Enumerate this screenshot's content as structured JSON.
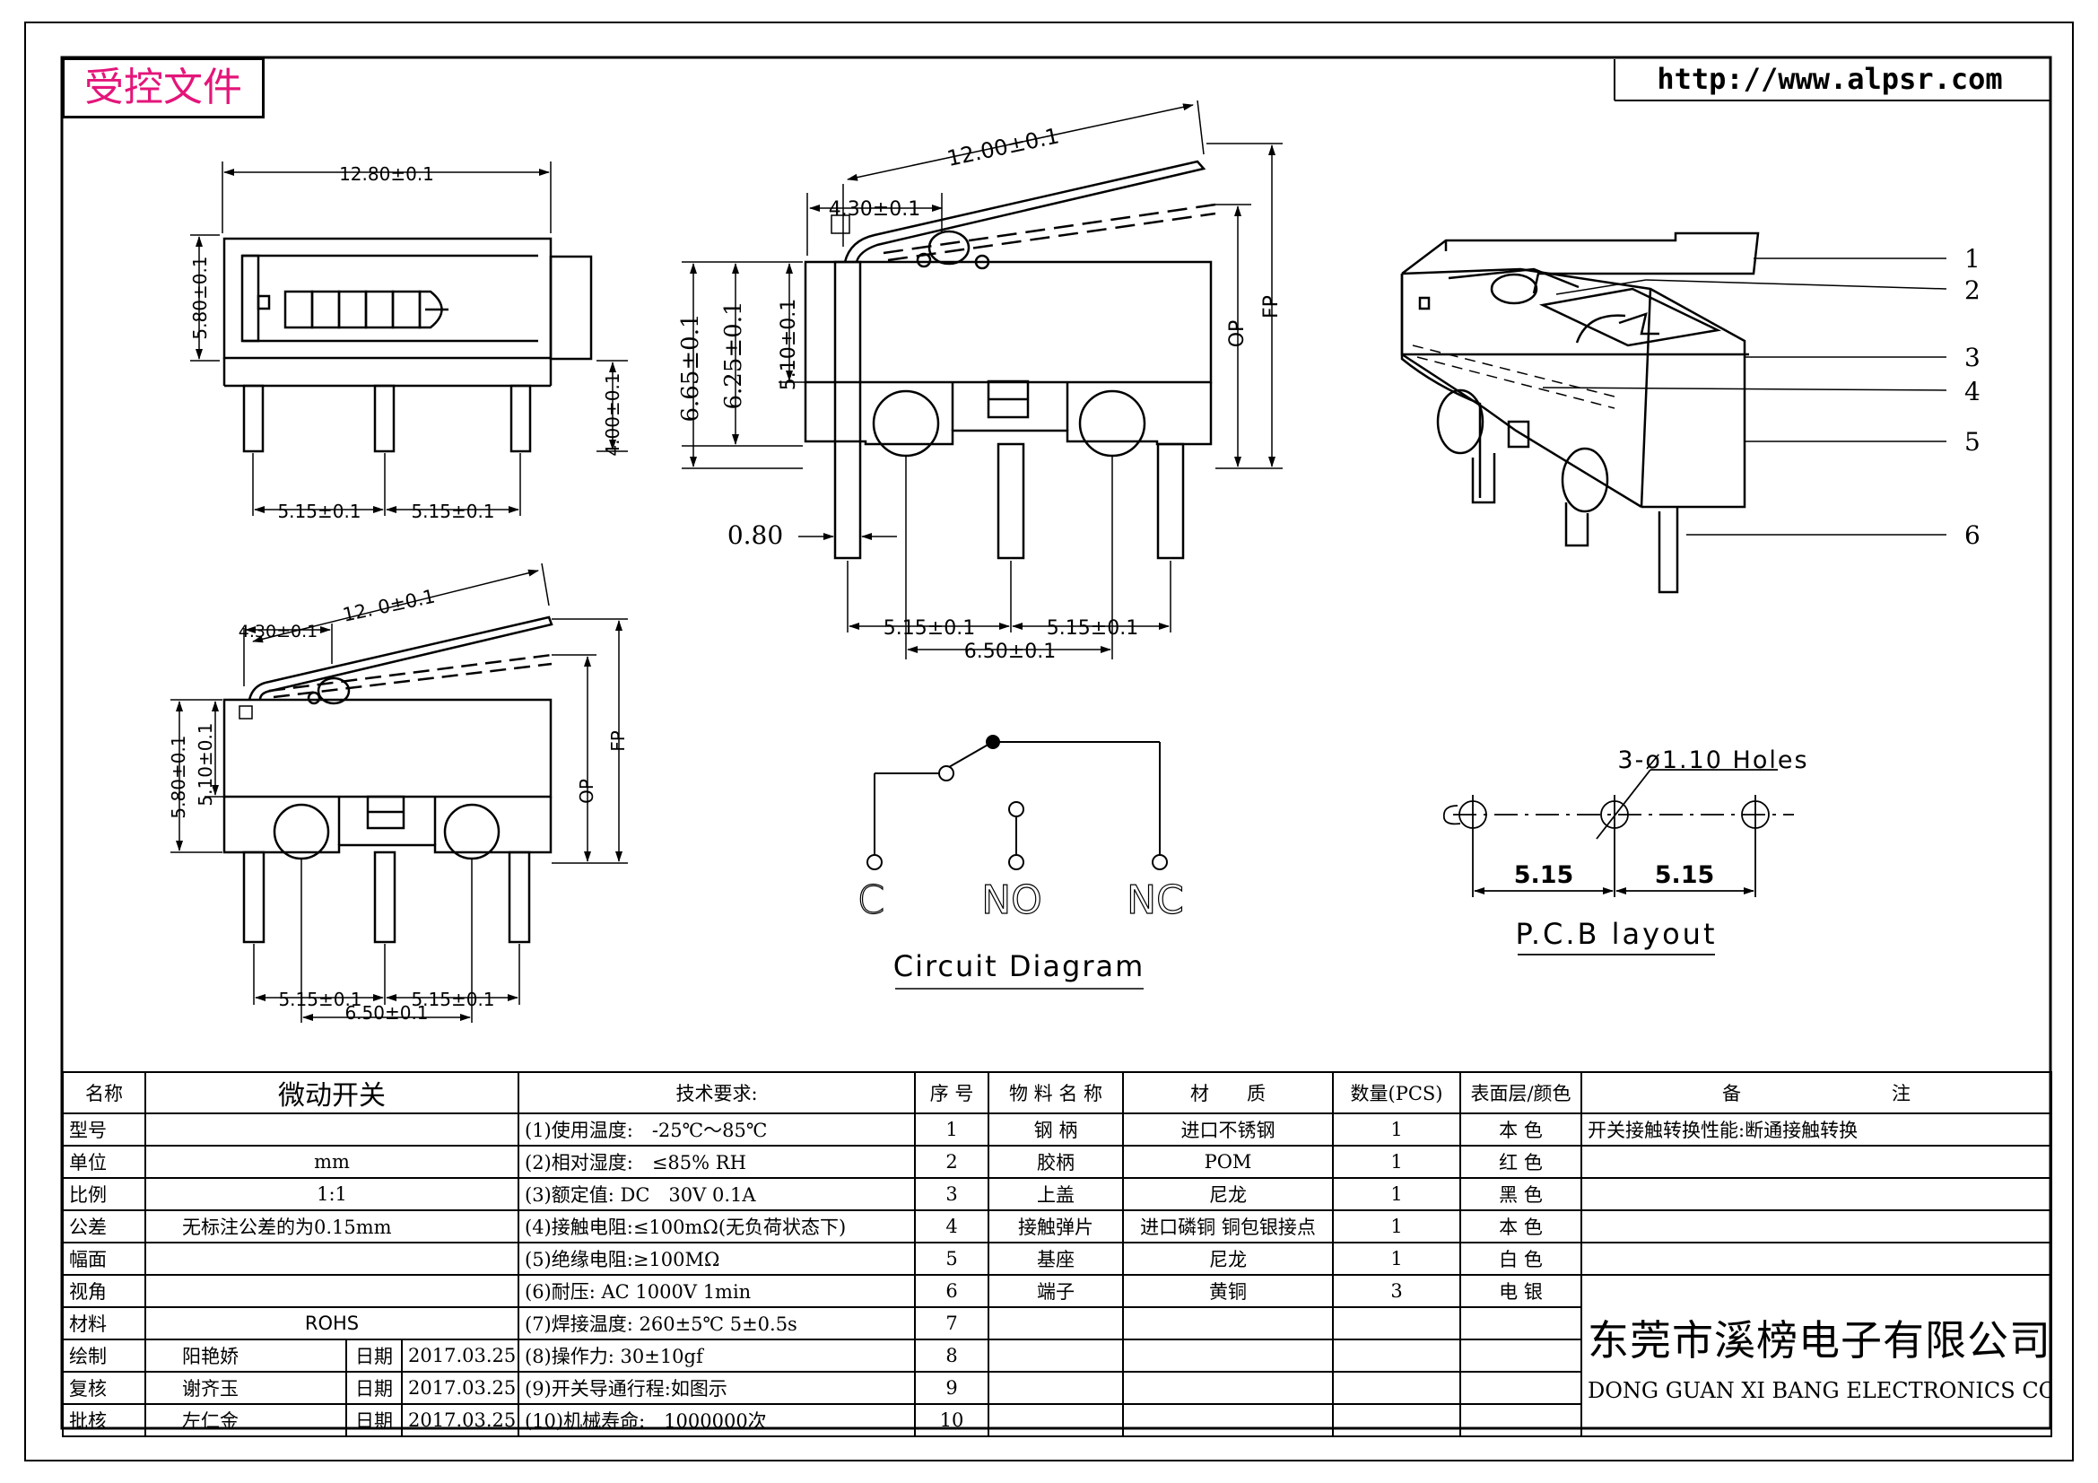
{
  "stamp": "受控文件",
  "website": "http://www.alpsr.com",
  "top_view": {
    "width_dim": "12.80±0.1",
    "height_dim": "5.80±0.1",
    "pin_dim": "4.00±0.1",
    "pitch_left": "5.15±0.1",
    "pitch_right": "5.15±0.1"
  },
  "side_view_main": {
    "lever_dim": "12.00±0.1",
    "lever_pivot": "4.30±0.1",
    "h1": "6.65±0.1",
    "h2": "6.25±0.1",
    "h3": "5.10±0.1",
    "op": "OP",
    "fp": "FP",
    "pin_width": "0.80",
    "pitch_left": "5.15±0.1",
    "pitch_right": "5.15±0.1",
    "span": "6.50±0.1"
  },
  "side_view_lower": {
    "lever_pivot": "4.30±0.1",
    "lever_dim": "12. 0±0.1",
    "h1": "5.80±0.1",
    "h2": "5.10±0.1",
    "op": "OP",
    "fp": "FP",
    "pitch_left": "5.15±0.1",
    "pitch_right": "5.15±0.1",
    "span": "6.50±0.1"
  },
  "callouts": [
    "1",
    "2",
    "3",
    "4",
    "5",
    "6"
  ],
  "circuit": {
    "c": "C",
    "no": "NO",
    "nc": "NC",
    "title": "Circuit Diagram"
  },
  "pcb": {
    "holes": "3-ø1.10 Holes",
    "pitch_left": "5.15",
    "pitch_right": "5.15",
    "title": "P.C.B layout"
  },
  "table": {
    "header": {
      "name_label": "名称",
      "name_value": "微动开关",
      "tech_label": "技术要求:",
      "seq_label": "序 号",
      "material_name_label": "物 料 名 称",
      "material_label": "材　　质",
      "qty_label": "数量(PCS)",
      "surface_label": "表面层/颜色",
      "remark_label": "备　　　　　　　　注"
    },
    "rows": [
      {
        "label": "型号",
        "value": "",
        "tech": "(1)使用温度:　-25℃～85℃",
        "seq": "1",
        "part": "钢 柄",
        "material": "进口不锈钢",
        "qty": "1",
        "color": "本 色",
        "remark": "开关接触转换性能:断通接触转换"
      },
      {
        "label": "单位",
        "value": "mm",
        "tech": "(2)相对湿度:　≤85% RH",
        "seq": "2",
        "part": "胶柄",
        "material": "POM",
        "qty": "1",
        "color": "红 色",
        "remark": ""
      },
      {
        "label": "比例",
        "value": "1:1",
        "tech": "(3)额定值: DC　30V 0.1A",
        "seq": "3",
        "part": "上盖",
        "material": "尼龙",
        "qty": "1",
        "color": "黑 色",
        "remark": ""
      },
      {
        "label": "公差",
        "value": "无标注公差的为0.15mm",
        "tech": "(4)接触电阻:≤100mΩ(无负荷状态下)",
        "seq": "4",
        "part": "接触弹片",
        "material": "进口磷铜 铜包银接点",
        "qty": "1",
        "color": "本 色",
        "remark": ""
      },
      {
        "label": "幅面",
        "value": "",
        "tech": "(5)绝缘电阻:≥100MΩ",
        "seq": "5",
        "part": "基座",
        "material": "尼龙",
        "qty": "1",
        "color": "白 色",
        "remark": ""
      },
      {
        "label": "视角",
        "value": "",
        "tech": "(6)耐压: AC 1000V 1min",
        "seq": "6",
        "part": "端子",
        "material": "黄铜",
        "qty": "3",
        "color": "电 银",
        "remark": ""
      },
      {
        "label": "材料",
        "value": "ROHS",
        "tech": "(7)焊接温度: 260±5℃ 5±0.5s",
        "seq": "7",
        "part": "",
        "material": "",
        "qty": "",
        "color": "",
        "remark": ""
      },
      {
        "label": "绘制",
        "value": "阳艳娇",
        "date_label": "日期",
        "date": "2017.03.25",
        "tech": "(8)操作力: 30±10gf",
        "seq": "8"
      },
      {
        "label": "复核",
        "value": "谢齐玉",
        "date_label": "日期",
        "date": "2017.03.25",
        "tech": "(9)开关导通行程:如图示",
        "seq": "9"
      },
      {
        "label": "批核",
        "value": "左仁金",
        "date_label": "日期",
        "date": "2017.03.25",
        "tech": "(10)机械寿命:　1000000次",
        "seq": "10"
      }
    ],
    "company_cn": "东莞市溪榜电子有限公司",
    "company_en": "DONG GUAN XI BANG ELECTRONICS CO., LTD"
  }
}
